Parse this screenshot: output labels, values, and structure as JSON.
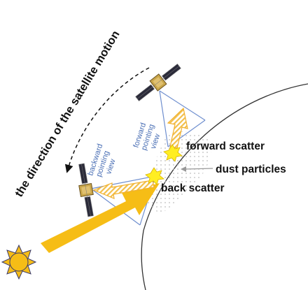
{
  "labels": {
    "satellite_motion": "the direction of the satellite motion",
    "forward_scatter": "forward scatter",
    "dust_particles": "dust particles",
    "back_scatter": "back scatter",
    "forward_view": [
      "forward",
      "pointing",
      "view"
    ],
    "backward_view": [
      "backward",
      "pointing",
      "view"
    ]
  },
  "colors": {
    "sunlight": "#f6bd16",
    "sun": "#f6bd16",
    "scatter_arrow_outline": "#f0b030",
    "scatter_star": "#ffee22",
    "view_ray": "#6f8fcf",
    "earth_limb": "#333333",
    "dust": "#bbbbbb",
    "label_blue": "#4a6fb5"
  }
}
